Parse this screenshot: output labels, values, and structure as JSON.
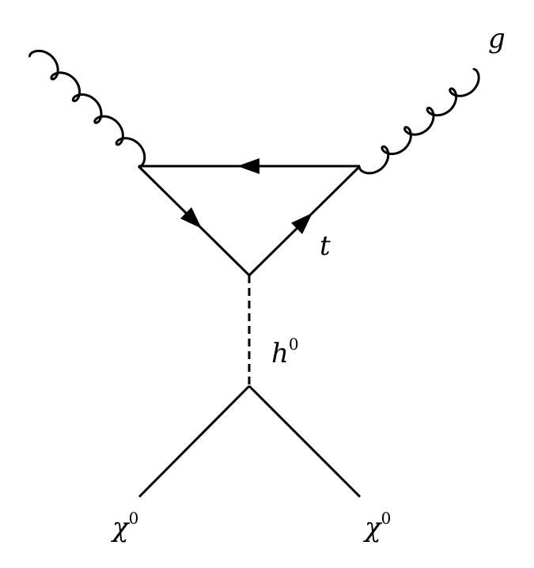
{
  "diagram": {
    "type": "feynman",
    "labels": {
      "gluon": "g",
      "top": "t",
      "higgs_symbol": "h",
      "higgs_superscript": "0",
      "chi_left_symbol": "χ",
      "chi_left_superscript": "0",
      "chi_right_symbol": "χ",
      "chi_right_superscript": "0"
    },
    "propagators": [
      {
        "name": "gluon-left",
        "kind": "gluon"
      },
      {
        "name": "gluon-right",
        "kind": "gluon"
      },
      {
        "name": "top-loop-top-edge",
        "kind": "fermion"
      },
      {
        "name": "top-loop-left-edge",
        "kind": "fermion"
      },
      {
        "name": "top-loop-right-edge",
        "kind": "fermion"
      },
      {
        "name": "higgs-propagator",
        "kind": "scalar"
      },
      {
        "name": "neutralino-left",
        "kind": "plain"
      },
      {
        "name": "neutralino-right",
        "kind": "plain"
      }
    ],
    "colors": {
      "line": "#000000",
      "background": "#ffffff"
    }
  }
}
